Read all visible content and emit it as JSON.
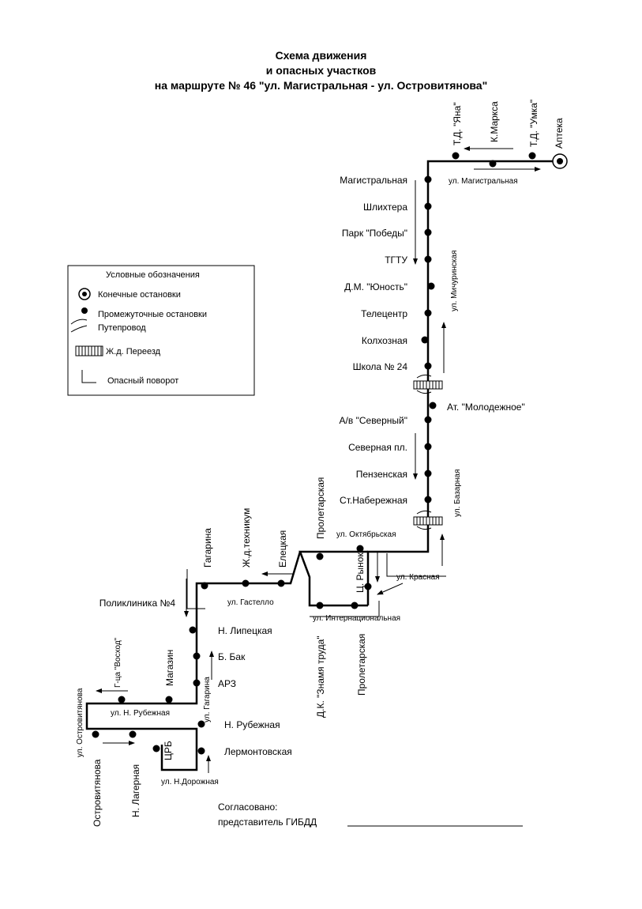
{
  "title": {
    "line1": "Схема движения",
    "line2": "и опасных участков",
    "line3": "на маршруте № 46 \"ул. Магистральная - ул. Островитянова\""
  },
  "legend": {
    "header": "Условные обозначения",
    "terminal": "Конечные остановки",
    "intermediate": "Промежуточные остановки",
    "overpass": "Путепровод",
    "railway": "Ж.д. Переезд",
    "danger": "Опасный поворот"
  },
  "streets": {
    "magistralnaya": "ул. Магистральная",
    "michurinskaya": "ул. Мичуринская",
    "bazarnaya": "ул. Базарная",
    "oktyabrskaya": "ул. Октябрьская",
    "krasnaya": "ул. Красная",
    "internatsionalnaya": "ул. Интернациональная",
    "gastello": "ул. Гастелло",
    "gagarina": "ул. Гагарина",
    "n_rubezhnaya": "ул. Н. Рубежная",
    "ostrovityanova": "ул. Островитянова",
    "n_dorozhnaya": "ул. Н.Дорожная"
  },
  "stops": {
    "apteka": "Аптека",
    "td_umka": "Т.Д. \"Умка\"",
    "k_marksa": "К.Маркса",
    "td_yana": "Т.Д. \"Яна\"",
    "magistralnaya": "Магистральная",
    "shlikhtera": "Шлихтера",
    "park_pobedy": "Парк \"Победы\"",
    "tgtu": "ТГТУ",
    "dm_yunost": "Д.М. \"Юность\"",
    "telecentr": "Телецентр",
    "kolkhoznaya": "Колхозная",
    "shkola24": "Школа № 24",
    "at_molodezhnoe": "Ат. \"Молодежное\"",
    "av_severny": "А/в \"Северный\"",
    "severnaya_pl": "Северная пл.",
    "penzenskaya": "Пензенская",
    "st_naberezhnaya": "Ст.Набережная",
    "proletarskaya_top": "Пролетарская",
    "c_rynok": "Ц. Рынок",
    "dk_znamya": "Д.К. \"Знамя труда\"",
    "proletarskaya_bottom": "Пролетарская",
    "eletskaya": "Елецкая",
    "zhd_tekhnikum": "Ж.д.техникум",
    "gagarina": "Гагарина",
    "poliklinika4": "Поликлиника №4",
    "n_lipetskaya": "Н. Липецкая",
    "b_bak": "Б. Бак",
    "arz": "АРЗ",
    "n_rubezhnaya": "Н. Рубежная",
    "lermontovskaya": "Лермонтовская",
    "crb": "ЦРБ",
    "magazin": "Магазин",
    "gca_voskhod": "Г-ца \"Восход\"",
    "ostrovityanova": "Островитянова",
    "n_lagernaya": "Н. Лагерная"
  },
  "approval": {
    "line1": "Согласовано:",
    "line2": "представитель ГИБДД"
  }
}
